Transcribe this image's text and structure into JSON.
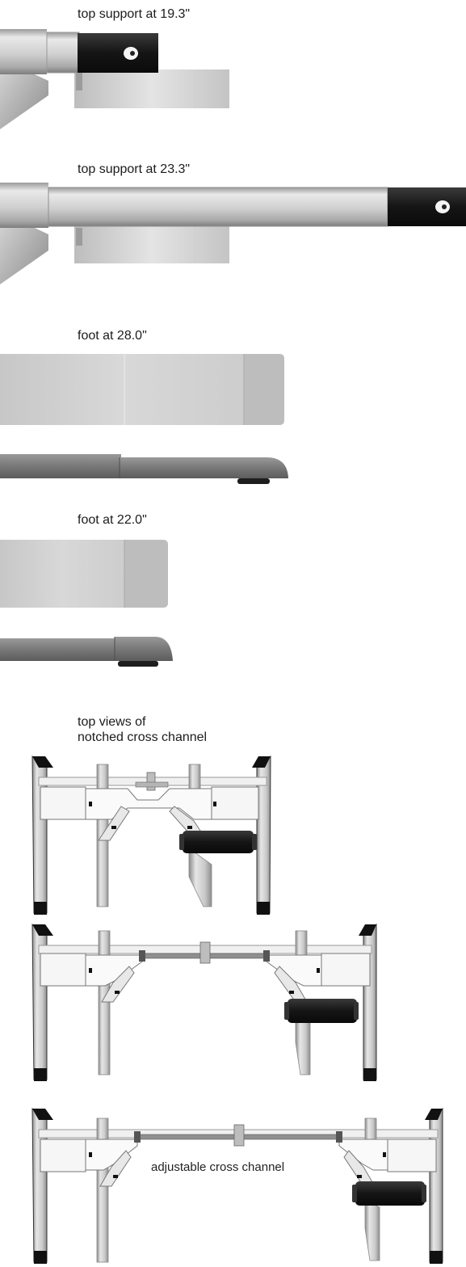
{
  "captions": {
    "top_support_short": "top support at 19.3\"",
    "top_support_long": "top support at 23.3\"",
    "foot_long": "foot at 28.0\"",
    "foot_short": "foot at 22.0\"",
    "top_views": "top views of\nnotched cross channel",
    "adjustable": "adjustable cross channel"
  }
}
